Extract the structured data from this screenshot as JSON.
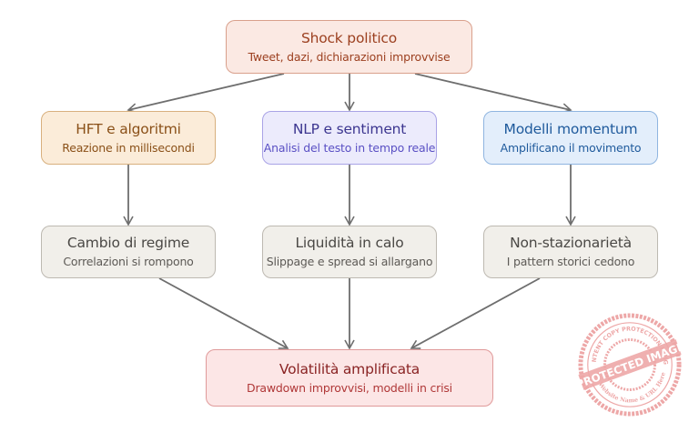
{
  "diagram": {
    "type": "flowchart",
    "nodes": [
      {
        "id": "shock",
        "title": "Shock politico",
        "subtitle": "Tweet, dazi, dichiarazioni improvvise",
        "colors": {
          "fill": "#fbe9e3",
          "stroke": "#d9a08c",
          "text": "#9c4020"
        }
      },
      {
        "id": "hft",
        "title": "HFT e algoritmi",
        "subtitle": "Reazione in millisecondi",
        "colors": {
          "fill": "#fbecd9",
          "stroke": "#d8b07e",
          "text": "#8a5018"
        }
      },
      {
        "id": "nlp",
        "title": "NLP e sentiment",
        "subtitle": "Analisi del testo in tempo reale",
        "colors": {
          "fill": "#ecebfc",
          "stroke": "#a9a3e6",
          "text": "#3c3690"
        }
      },
      {
        "id": "momentum",
        "title": "Modelli momentum",
        "subtitle": "Amplificano il movimento",
        "colors": {
          "fill": "#e3eefb",
          "stroke": "#8fb5e0",
          "text": "#1f5a9c"
        }
      },
      {
        "id": "regime",
        "title": "Cambio di regime",
        "subtitle": "Correlazioni si rompono",
        "colors": {
          "fill": "#f1efea",
          "stroke": "#bdb9b1",
          "text": "#4a4845"
        }
      },
      {
        "id": "liquidity",
        "title": "Liquidità in calo",
        "subtitle": "Slippage e spread si allargano",
        "colors": {
          "fill": "#f1efea",
          "stroke": "#bdb9b1",
          "text": "#4a4845"
        }
      },
      {
        "id": "nonstationarity",
        "title": "Non-stazionarietà",
        "subtitle": "I pattern storici cedono",
        "colors": {
          "fill": "#f1efea",
          "stroke": "#bdb9b1",
          "text": "#4a4845"
        }
      },
      {
        "id": "volatility",
        "title": "Volatilità amplificata",
        "subtitle": "Drawdown improvvisi, modelli in crisi",
        "colors": {
          "fill": "#fce6e6",
          "stroke": "#e09a9a",
          "text": "#8a2424"
        }
      }
    ],
    "edges": [
      {
        "from": "shock",
        "to": "hft"
      },
      {
        "from": "shock",
        "to": "nlp"
      },
      {
        "from": "shock",
        "to": "momentum"
      },
      {
        "from": "hft",
        "to": "regime"
      },
      {
        "from": "nlp",
        "to": "liquidity"
      },
      {
        "from": "momentum",
        "to": "nonstationarity"
      },
      {
        "from": "regime",
        "to": "volatility"
      },
      {
        "from": "liquidity",
        "to": "volatility"
      },
      {
        "from": "nonstationarity",
        "to": "volatility"
      }
    ],
    "edge_color": "#6e6e6e"
  },
  "watermark": {
    "main_text": "PROTECTED IMAGE",
    "ring_top_text": "CONTENT COPY PROTECTION PLUGIN",
    "ring_bottom_text": "My Website Name & URL Here",
    "color": "#e06060"
  }
}
